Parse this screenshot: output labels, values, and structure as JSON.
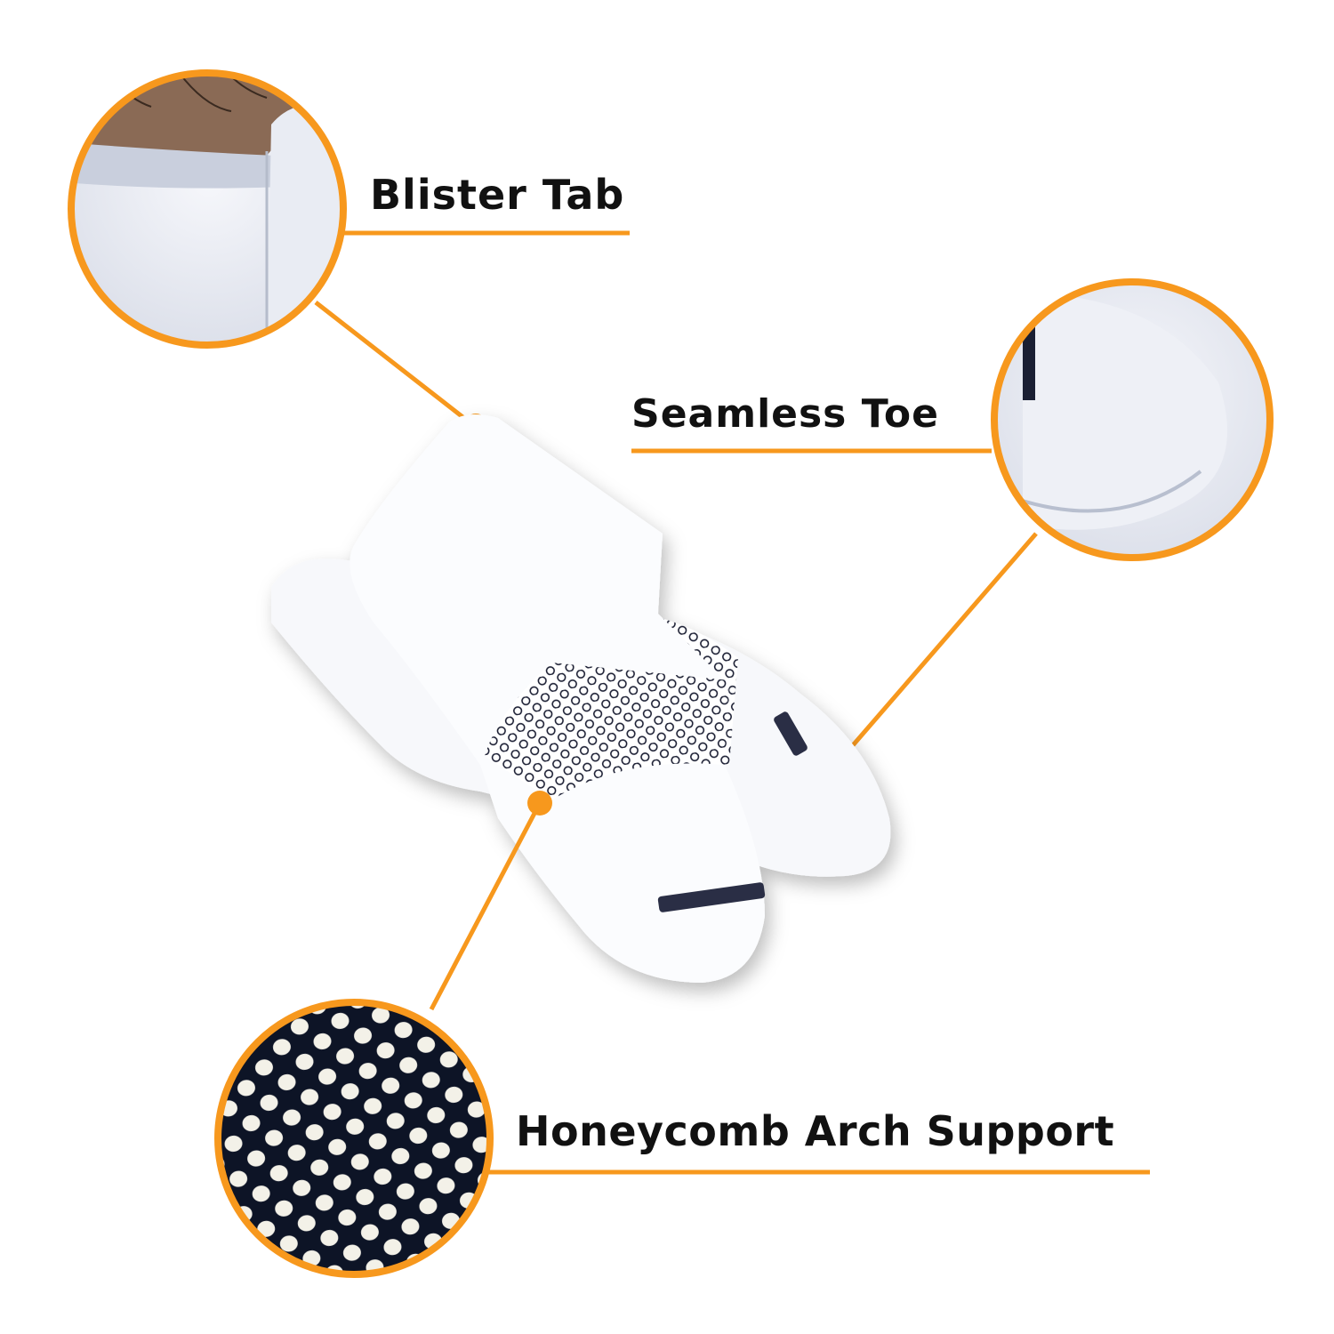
{
  "accent_color": "#F7981D",
  "callouts": {
    "blister_tab": {
      "label": "Blister Tab",
      "icon": "blister-tab-closeup"
    },
    "seamless_toe": {
      "label": "Seamless Toe",
      "icon": "seamless-toe-closeup"
    },
    "honeycomb": {
      "label": "Honeycomb Arch Support",
      "icon": "honeycomb-closeup"
    }
  },
  "product": {
    "icon": "white-ankle-socks-pair"
  }
}
